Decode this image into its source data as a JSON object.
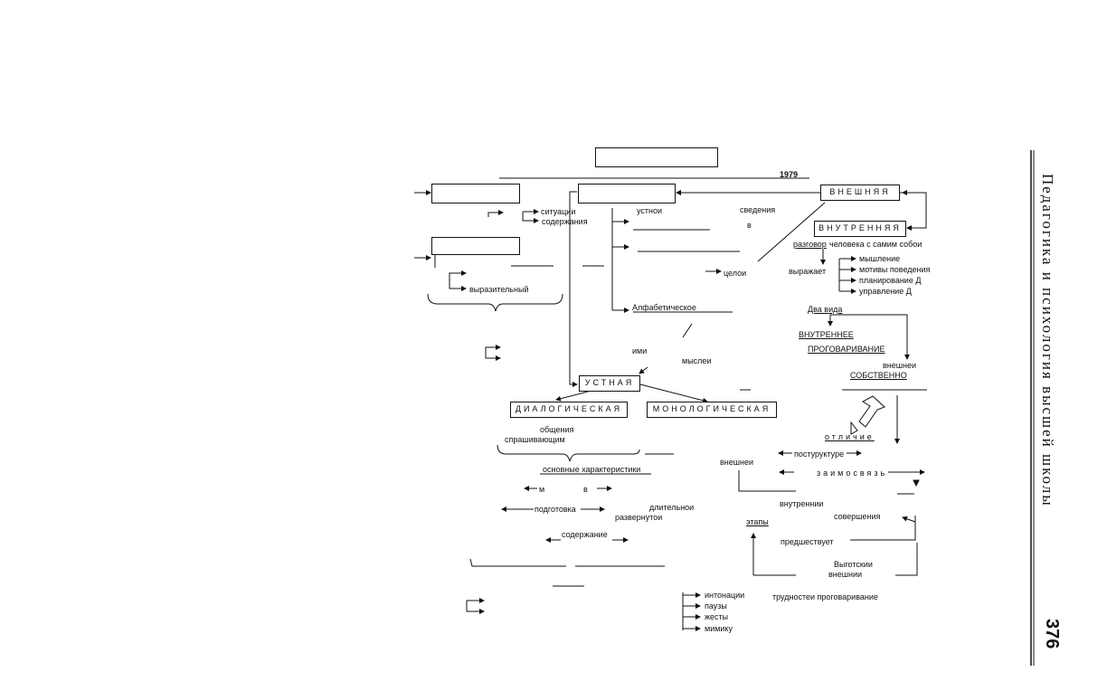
{
  "header": {
    "year": "1979"
  },
  "boxes": {
    "vneshnyaya": "ВНЕШНЯЯ",
    "vnutrennyaya": "ВНУТРЕННЯЯ",
    "ustnaya": "УСТНАЯ",
    "dialog": "ДИАЛОГИЧЕСКАЯ",
    "monolog": "МОНОЛОГИЧЕСКАЯ"
  },
  "left": {
    "situac": "ситуации",
    "soderzh": "содержания",
    "vyraz": "выразительный"
  },
  "center": {
    "ustnoi": "устнои",
    "svedeniya": "сведения",
    "v": "в",
    "celoi": "целои",
    "alfabet": "Алфабетическое",
    "imi": "ими",
    "mysley": "мыслеи"
  },
  "right": {
    "razgovor": "разговор",
    "razgovor_rest": "человека с самим собои",
    "vyrazhaet": "выражает",
    "items": [
      "мышление",
      "мотивы поведения",
      "планирование Д",
      "управление Д"
    ],
    "dva_vida": "Два вида",
    "vnutrennee": "ВНУТРЕННЕЕ",
    "progovar": "ПРОГОВАРИВАНИЕ",
    "vneshnei": "внешнеи",
    "sobstvenno": "СОБСТВЕННО",
    "otlichie": "отличие",
    "po_strukture": "постуруктуре",
    "vneshnei2": "внешнеи",
    "vzaimosvyaz": "заимосвязь",
    "vnutrennii": "внутреннии",
    "etapy": "этапы",
    "soversheniya": "совершения",
    "predshestvuet": "предшествует",
    "vygotskii": "Выготскии",
    "vneshnii": "внешнии",
    "trudnosti": "трудностеи проговаривание"
  },
  "dialog_section": {
    "obscheniya": "общения",
    "sprash": "спрашивающим",
    "osn": "основные характеристики",
    "m": "м",
    "v": "в",
    "podgotovka": "подготовка",
    "dlitelnoi": "длительнои",
    "razvernutoi": "развернутои",
    "soderzhanie": "содержание"
  },
  "bottom": {
    "items": [
      "интонации",
      "паузы",
      "жесты",
      "мимику"
    ]
  },
  "side": {
    "title": "Педагогика и психология высшей школы",
    "page": "376"
  }
}
